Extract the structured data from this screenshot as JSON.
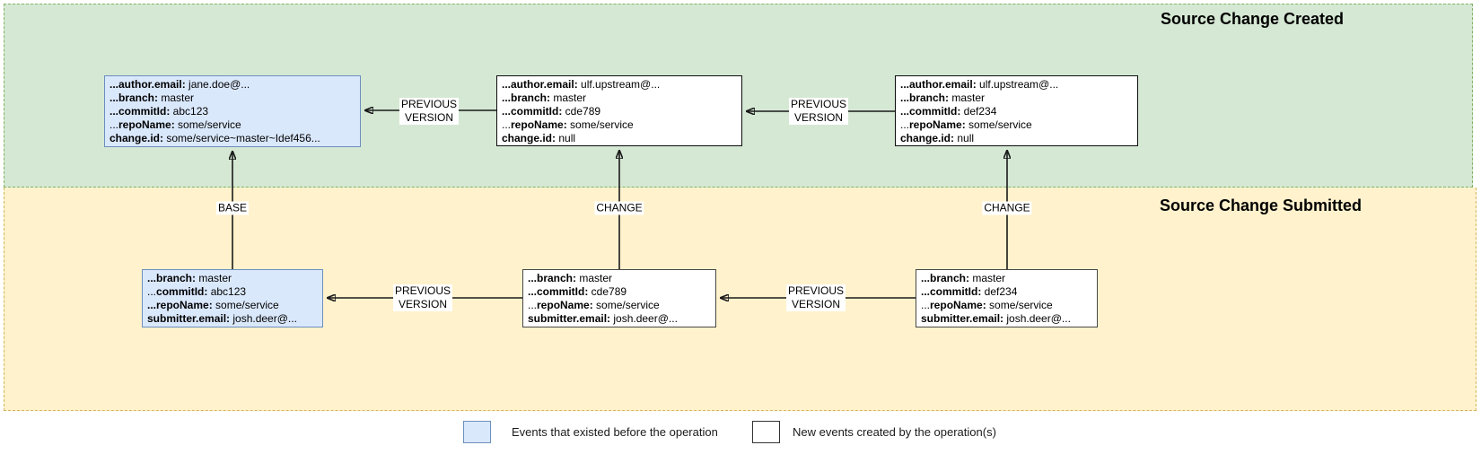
{
  "bands": {
    "created": {
      "title": "Source Change Created"
    },
    "submitted": {
      "title": "Source Change Submitted"
    }
  },
  "edge_labels": {
    "previous_version": "PREVIOUS\nVERSION",
    "base": "BASE",
    "change": "CHANGE"
  },
  "boxes": {
    "created_base": {
      "lines": [
        {
          "pre": "",
          "key": "...author.email:",
          "val": " jane.doe@..."
        },
        {
          "pre": "",
          "key": "...branch:",
          "val": " master"
        },
        {
          "pre": "",
          "key": "...commitId:",
          "val": " abc123"
        },
        {
          "pre": "...",
          "key": "repoName:",
          "val": " some/service"
        },
        {
          "pre": "",
          "key": "change.id:",
          "val": " some/service~master~Idef456..."
        }
      ]
    },
    "created_v2": {
      "lines": [
        {
          "pre": "",
          "key": "...author.email:",
          "val": " ulf.upstream@..."
        },
        {
          "pre": "",
          "key": "...branch:",
          "val": " master"
        },
        {
          "pre": "",
          "key": "...commitId:",
          "val": " cde789"
        },
        {
          "pre": "...",
          "key": "repoName:",
          "val": " some/service"
        },
        {
          "pre": "",
          "key": "change.id:",
          "val": " null"
        }
      ]
    },
    "created_v3": {
      "lines": [
        {
          "pre": "",
          "key": "...author.email:",
          "val": " ulf.upstream@..."
        },
        {
          "pre": "",
          "key": "...branch:",
          "val": " master"
        },
        {
          "pre": "",
          "key": "...commitId:",
          "val": " def234"
        },
        {
          "pre": "...",
          "key": "repoName:",
          "val": " some/service"
        },
        {
          "pre": "",
          "key": "change.id:",
          "val": " null"
        }
      ]
    },
    "submitted_base": {
      "lines": [
        {
          "pre": "",
          "key": "...branch:",
          "val": " master"
        },
        {
          "pre": "...",
          "key": "commitId:",
          "val": " abc123"
        },
        {
          "pre": "",
          "key": "...repoName:",
          "val": " some/service"
        },
        {
          "pre": "",
          "key": "submitter.email:",
          "val": " josh.deer@..."
        }
      ]
    },
    "submitted_v2": {
      "lines": [
        {
          "pre": "",
          "key": "...branch:",
          "val": " master"
        },
        {
          "pre": "",
          "key": "...commitId:",
          "val": " cde789"
        },
        {
          "pre": "...",
          "key": "repoName:",
          "val": " some/service"
        },
        {
          "pre": "",
          "key": "submitter.email:",
          "val": " josh.deer@..."
        }
      ]
    },
    "submitted_v3": {
      "lines": [
        {
          "pre": "",
          "key": "...branch:",
          "val": " master"
        },
        {
          "pre": "",
          "key": "...commitId:",
          "val": " def234"
        },
        {
          "pre": "...",
          "key": "repoName:",
          "val": " some/service"
        },
        {
          "pre": "",
          "key": "submitter.email:",
          "val": " josh.deer@..."
        }
      ]
    }
  },
  "legend": {
    "existing": "Events that existed before the operation",
    "new": "New events created by the operation(s)"
  },
  "colors": {
    "created_band_fill": "#d5e8d4",
    "created_band_border": "#82b366",
    "submitted_band_fill": "#fff2cc",
    "submitted_band_border": "#d6b656",
    "existing_event_fill": "#dae8fc",
    "existing_event_border": "#6c8ebf",
    "new_event_fill": "#ffffff",
    "new_event_border": "#000000",
    "arrow": "#1a1a1a"
  }
}
